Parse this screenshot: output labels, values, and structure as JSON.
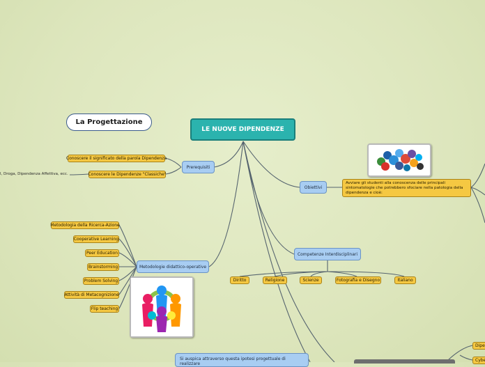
{
  "map": {
    "central_topic": "LE NUOVE DIPENDENZE",
    "floating_title": "La Progettazione",
    "branches": {
      "prerequisiti": {
        "label": "Prerequisiti",
        "children": [
          "Conoscere il significato della parola Dipendenza",
          "Conoscere le Dipendenze \"Classiche\""
        ],
        "subnote": "l, Droga, Dipendenza Affettiva, ecc."
      },
      "obiettivi": {
        "label": "Obiettivi",
        "child": "Avviare gli studenti alla conoscenza delle principali sintomatologie che potrebbero sfociare nella patologia della dipendenza e cioè:"
      },
      "competenze": {
        "label": "Competenze Interdisciplinari",
        "children": [
          "Diritto",
          "Religione",
          "Scienze",
          "Fotografia e Disegno",
          "Italiano"
        ]
      },
      "metodologie": {
        "label": "Metodologie didattico-operative",
        "children": [
          "Metodologia della Ricerca-Azione",
          "Cooperative Learning",
          "Peer Education",
          "Brainstorming",
          "Problem Solving",
          "Attività di Metacognizione",
          "Flip teaching"
        ]
      },
      "conclusione": {
        "text": "Si auspica attraverso questa ipotesi progettuale di realizzare"
      }
    },
    "right_edge_items": [
      "Dipe",
      "Cybe"
    ]
  },
  "colors": {
    "central": "#2bb3ae",
    "blue_node": "#a8cdf2",
    "yellow_node": "#f5c842",
    "background": "#dfe8c0",
    "link": "#4a5a66"
  },
  "icons": {
    "social_image": "social-network-logos-image",
    "team_image": "teamwork-figures-image"
  }
}
